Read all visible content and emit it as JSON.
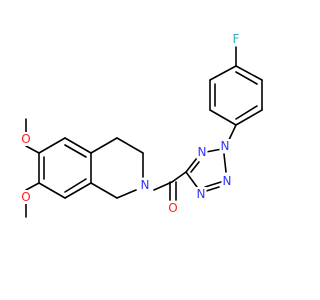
{
  "molecule": {
    "atom_labels": {
      "fluorine": "F",
      "tetrazole_n1": "N",
      "tetrazole_n2": "N",
      "tetrazole_n3": "N",
      "tetrazole_n4": "N",
      "amide_n": "N",
      "carbonyl_o": "O",
      "methoxy_o_upper": "O",
      "methoxy_o_lower": "O"
    },
    "colors": {
      "carbon_bonds": "#000000",
      "nitrogen": "#3333ff",
      "oxygen": "#ff2020",
      "fluorine": "#33b0b0"
    }
  }
}
